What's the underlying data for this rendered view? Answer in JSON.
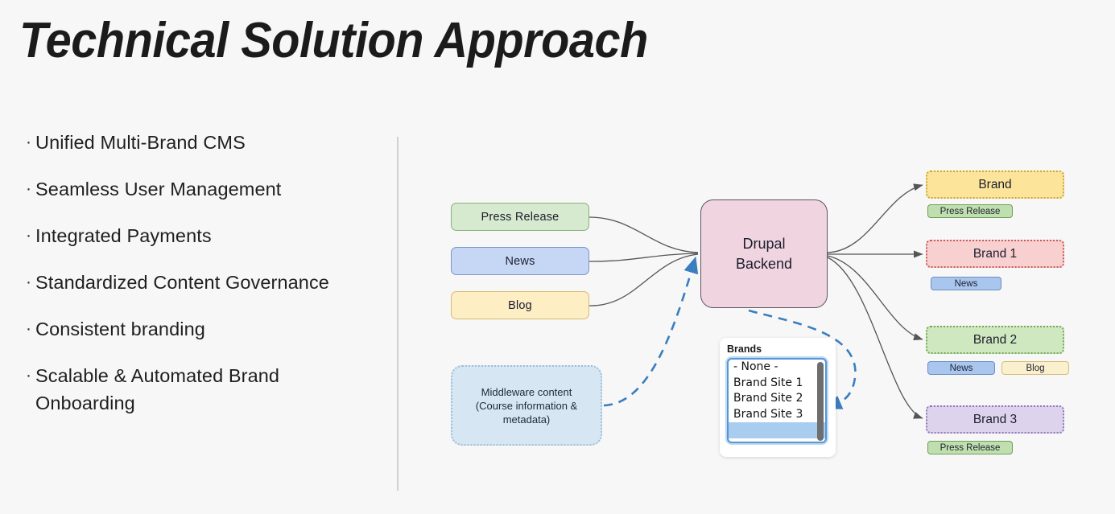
{
  "slide": {
    "title": "Technical Solution Approach",
    "background_color": "#f7f7f7"
  },
  "bullets": {
    "marker": "·",
    "items": [
      {
        "text": "Unified Multi-Brand CMS"
      },
      {
        "text": "Seamless User Management"
      },
      {
        "text": "Integrated Payments"
      },
      {
        "text": "Standardized Content Governance"
      },
      {
        "text": "Consistent branding"
      },
      {
        "text": "Scalable & Automated Brand Onboarding"
      }
    ]
  },
  "diagram": {
    "content_types": [
      {
        "label": "Press Release",
        "color": "#d6ead0"
      },
      {
        "label": "News",
        "color": "#c6d7f5"
      },
      {
        "label": "Blog",
        "color": "#fdeec4"
      }
    ],
    "backend": {
      "line1": "Drupal",
      "line2": "Backend",
      "color": "#f0d5e0"
    },
    "middleware": {
      "line1": "Middleware content",
      "line2": "(Course information &",
      "line3": "metadata)",
      "color": "#d6e6f3"
    },
    "brands_widget": {
      "label": "Brands",
      "options": [
        {
          "label": "- None -",
          "selected": false
        },
        {
          "label": "Brand Site 1",
          "selected": false
        },
        {
          "label": "Brand Site 2",
          "selected": false
        },
        {
          "label": "Brand Site 3",
          "selected": false
        },
        {
          "label": "",
          "selected": true
        }
      ],
      "focus_color": "#5596d4",
      "selection_color": "#a8cdee"
    },
    "brand_cards": [
      {
        "label": "Brand",
        "color": "#fce59a",
        "tags": [
          {
            "label": "Press Release",
            "style": "green"
          }
        ]
      },
      {
        "label": "Brand 1",
        "color": "#f8d0d0",
        "tags": [
          {
            "label": "News",
            "style": "blue"
          }
        ]
      },
      {
        "label": "Brand 2",
        "color": "#cfe8c0",
        "tags": [
          {
            "label": "News",
            "style": "blue"
          },
          {
            "label": "Blog",
            "style": "cream"
          }
        ]
      },
      {
        "label": "Brand 3",
        "color": "#ded3ec",
        "tags": [
          {
            "label": "Press Release",
            "style": "green"
          }
        ]
      }
    ],
    "edge_colors": {
      "solid": "#555555",
      "dashed": "#3a7ebf"
    }
  }
}
